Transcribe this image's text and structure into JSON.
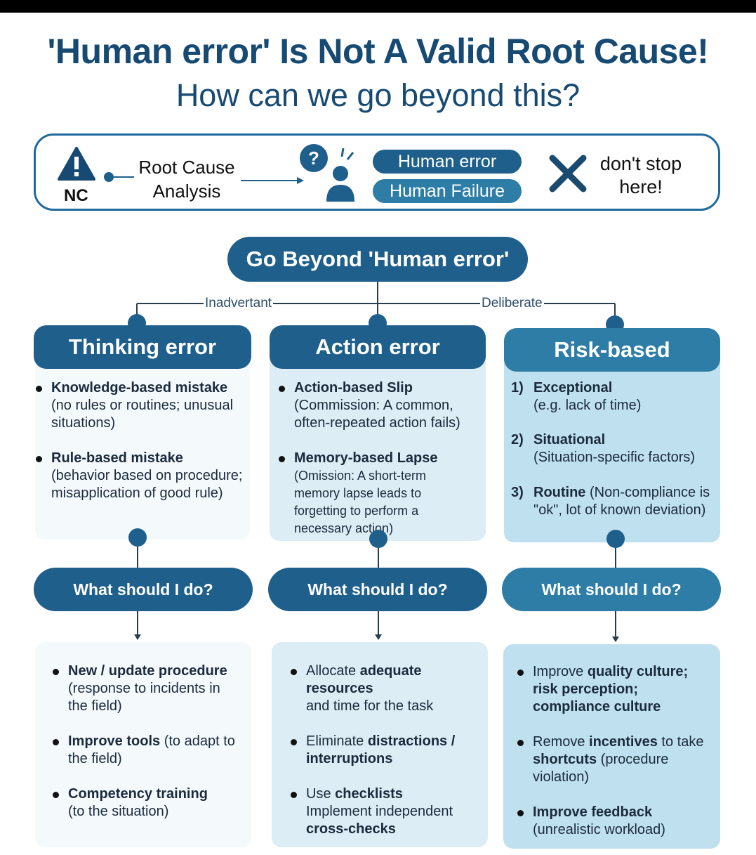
{
  "title": "'Human error' Is Not A Valid Root Cause!",
  "subtitle": "How can we go beyond this?",
  "flow": {
    "nc": "NC",
    "rca_line1": "Root Cause",
    "rca_line2": "Analysis",
    "pill_human_error": "Human error",
    "pill_human_failure": "Human Failure",
    "dont_stop_line1": "don't stop",
    "dont_stop_line2": "here!"
  },
  "go_beyond": "Go Beyond 'Human error'",
  "branches": {
    "left": "Inadvertant",
    "right": "Deliberate"
  },
  "columns": [
    {
      "header": "Thinking error",
      "items": [
        {
          "bold": "Knowledge-based mistake",
          "rest": "(no rules or routines; unusual situations)"
        },
        {
          "bold": "Rule-based mistake",
          "rest": "(behavior based on procedure; misapplication of good rule)"
        }
      ],
      "todo": "What should I do?",
      "actions": [
        {
          "bold": "New / update procedure",
          "rest": "(response to incidents in the field)"
        },
        {
          "bold": "Improve tools",
          "rest": " (to adapt to the field)"
        },
        {
          "bold": "Competency training",
          "rest": "(to the situation)"
        }
      ]
    },
    {
      "header": "Action error",
      "items": [
        {
          "bold": "Action-based Slip",
          "rest": "(Commission: A common, often-repeated action fails)"
        },
        {
          "bold": "Memory-based Lapse",
          "rest": "(Omission: A short-term memory lapse leads to forgetting to perform a necessary action)"
        }
      ],
      "todo": "What should I do?",
      "actions": [
        {
          "pre": "Allocate ",
          "bold": "adequate resources",
          "rest": "and time for the task"
        },
        {
          "pre": "Eliminate ",
          "bold": "distractions / interruptions",
          "rest": ""
        },
        {
          "pre": "Use ",
          "bold": "checklists",
          "rest": "Implement independent",
          "bold2": "cross-checks"
        }
      ]
    },
    {
      "header": "Risk-based",
      "items": [
        {
          "num": "1)",
          "bold": "Exceptional",
          "rest": "(e.g.  lack of  time)"
        },
        {
          "num": "2)",
          "bold": "Situational",
          "rest": "(Situation-specific factors)"
        },
        {
          "num": "3)",
          "bold": "Routine",
          "rest": " (Non-compliance is \"ok\", lot of known deviation)"
        }
      ],
      "todo": "What should I do?",
      "actions": [
        {
          "pre": "Improve ",
          "bold": "quality culture; risk perception; compliance culture",
          "rest": ""
        },
        {
          "pre": "Remove ",
          "bold": "incentives",
          "mid": " to take ",
          "bold2": "shortcuts",
          "rest": " (procedure violation)"
        },
        {
          "bold": "Improve feedback",
          "rest": "(unrealistic workload)"
        }
      ]
    }
  ],
  "colors": {
    "dark_blue": "#1f5f8c",
    "mid_blue": "#2d7da7",
    "light_blue": "#bfe0ee",
    "pale_blue": "#f4f9fc",
    "x_mark": "#1a4a6e"
  }
}
